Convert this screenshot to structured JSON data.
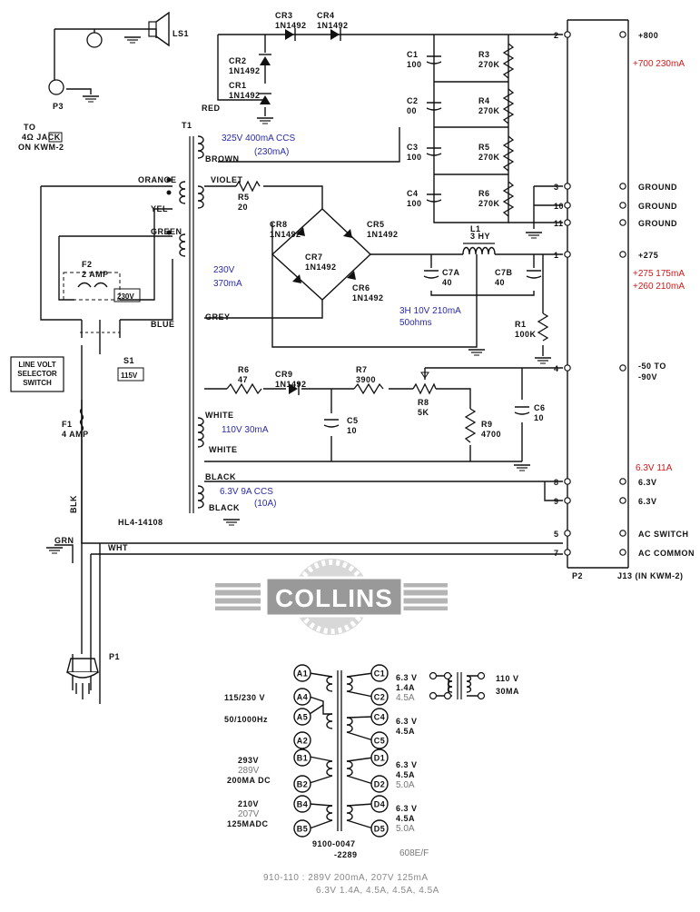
{
  "speaker": {
    "ref": "LS1",
    "jack": "P3",
    "to_line1": "TO",
    "to_line2": "4Ω JACK",
    "to_line3": "ON KWM-2"
  },
  "diodes": {
    "cr1": "CR1\n1N1492",
    "cr2": "CR2\n1N1492",
    "cr3": "CR3\n1N1492",
    "cr4": "CR4\n1N1492",
    "cr5": "CR5\n1N1492",
    "cr6": "CR6\n1N1492",
    "cr7": "CR7\n1N1492",
    "cr8": "CR8\n1N1492",
    "cr9": "CR9\n1N1492",
    "lines": {
      "cr1": [
        "CR1",
        "1N1492"
      ],
      "cr2": [
        "CR2",
        "1N1492"
      ],
      "cr3": [
        "CR3",
        "1N1492"
      ],
      "cr4": [
        "CR4",
        "1N1492"
      ],
      "cr5": [
        "CR5",
        "1N1492"
      ],
      "cr6": [
        "CR6",
        "1N1492"
      ],
      "cr7": [
        "CR7",
        "1N1492"
      ],
      "cr8": [
        "CR8",
        "1N1492"
      ],
      "cr9": [
        "CR9",
        "1N1492"
      ]
    }
  },
  "caps": {
    "c1": [
      "C1",
      "100"
    ],
    "c2": [
      "C2",
      "00"
    ],
    "c3": [
      "C3",
      "100"
    ],
    "c4": [
      "C4",
      "100"
    ],
    "c5": [
      "C5",
      "10"
    ],
    "c6": [
      "C6",
      "10"
    ],
    "c7a": [
      "C7A",
      "40"
    ],
    "c7b": [
      "C7B",
      "40"
    ]
  },
  "resistors": {
    "r1": [
      "R1",
      "100K"
    ],
    "r3": [
      "R3",
      "270K"
    ],
    "r4": [
      "R4",
      "270K"
    ],
    "r5": [
      "R5",
      "270K"
    ],
    "r6": [
      "R6",
      "270K"
    ],
    "r5b": [
      "R5",
      "20"
    ],
    "r6b": [
      "R6",
      "47"
    ],
    "r7": [
      "R7",
      "3900"
    ],
    "r8": [
      "R8",
      "5K"
    ],
    "r9": [
      "R9",
      "4700"
    ]
  },
  "inductor": [
    "L1",
    "3 HY"
  ],
  "transformer": {
    "ref": "T1",
    "part": "HL4-14108"
  },
  "wire_colors": {
    "red": "RED",
    "brown": "BROWN",
    "orange": "ORANGE",
    "yel": "YEL",
    "green": "GREEN",
    "blue": "BLUE",
    "violet": "VIOLET",
    "grey": "GREY",
    "white1": "WHITE",
    "white2": "WHITE",
    "black1": "BLACK",
    "black2": "BLACK",
    "blk": "BLK",
    "grn": "GRN",
    "wht": "WHT"
  },
  "fuses": {
    "f1": [
      "F1",
      "4 AMP"
    ],
    "f2": [
      "F2",
      "2 AMP"
    ],
    "f2_setting": "230V"
  },
  "switch": {
    "ref": "S1",
    "setting": "115V",
    "box": [
      "LINE VOLT",
      "SELECTOR",
      "SWITCH"
    ]
  },
  "plug": "P1",
  "connector": {
    "p2": "P2",
    "j13": "J13 (IN KWM-2)"
  },
  "pins": [
    {
      "num": "2",
      "label": "+800"
    },
    {
      "num": "3",
      "label": "GROUND"
    },
    {
      "num": "10",
      "label": "GROUND"
    },
    {
      "num": "11",
      "label": "GROUND"
    },
    {
      "num": "1",
      "label": "+275"
    },
    {
      "num": "4",
      "label": "-50 TO\n-90V"
    },
    {
      "num": "8",
      "label": "6.3V"
    },
    {
      "num": "9",
      "label": "6.3V"
    },
    {
      "num": "5",
      "label": "AC SWITCH"
    },
    {
      "num": "7",
      "label": "AC COMMON"
    }
  ],
  "pin_labels_lines": {
    "p4": [
      "-50 TO",
      "-90V"
    ]
  },
  "annotations_blue": {
    "hv": "325V   400mA CCS",
    "hv2": "(230mA)",
    "mid": "230V",
    "mid2": "370mA",
    "choke": "3H 10V 210mA",
    "choke2": "50ohms",
    "bias": "110V   30mA",
    "fil": "6.3V   9A CCS",
    "fil2": "(10A)"
  },
  "annotations_red": {
    "p800": "+700  230mA",
    "p275a": "+275  175mA",
    "p275b": "+260  210mA",
    "fil": "6.3V   11A"
  },
  "logo": "COLLINS",
  "xfmr2": {
    "primary_voltage": "115/230 V",
    "freq": "50/1000Hz",
    "b_volt": "293V",
    "b_volt_alt": "289V",
    "b_cur": "200MA DC",
    "b2_volt": "210V",
    "b2_volt_alt": "207V",
    "b2_cur": "125MADC",
    "c12": [
      "6.3 V",
      "1.4A",
      "4.5A"
    ],
    "c45": [
      "6.3 V",
      "4.5A"
    ],
    "d12": [
      "6.3 V",
      "4.5A",
      "5.0A"
    ],
    "d45": [
      "6.3 V",
      "4.5A",
      "5.0A"
    ],
    "aux": [
      "110 V",
      "30MA"
    ],
    "part": "9100-0047",
    "part2": "-2289",
    "model": "608E/F",
    "terminals": {
      "a1": "A1",
      "a4": "A4",
      "a5": "A5",
      "a2": "A2",
      "b1": "B1",
      "b2": "B2",
      "b4": "B4",
      "b5": "B5",
      "c1": "C1",
      "c2": "C2",
      "c4": "C4",
      "c5": "C5",
      "d1": "D1",
      "d2": "D2",
      "d4": "D4",
      "d5": "D5"
    }
  },
  "footer": {
    "line1": "910-110 : 289V 200mA, 207V 125mA",
    "line2": "6.3V 1.4A, 4.5A, 4.5A, 4.5A"
  }
}
